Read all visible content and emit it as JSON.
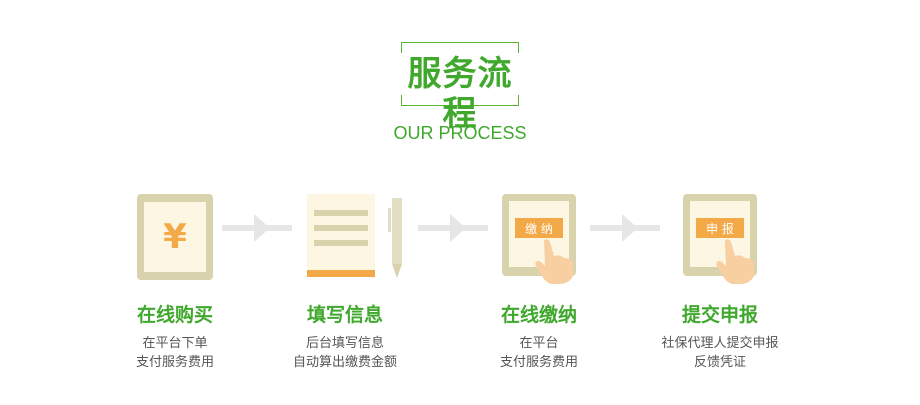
{
  "header": {
    "title": "服务流程",
    "subtitle": "OUR PROCESS"
  },
  "colors": {
    "accent": "#3fa82d",
    "frame": "#d8d2ad",
    "screen": "#fdf6e2",
    "orange": "#f4a948",
    "hand": "#f8cfa1",
    "arrow": "#e6e6e6",
    "text": "#555555"
  },
  "steps": [
    {
      "name": "在线购买",
      "desc_line1": "在平台下单",
      "desc_line2": "支付服务费用",
      "icon": "yuan-tablet-icon",
      "icon_text": "¥"
    },
    {
      "name": "填写信息",
      "desc_line1": "后台填写信息",
      "desc_line2": "自动算出缴费金额",
      "icon": "notepad-pen-icon"
    },
    {
      "name": "在线缴纳",
      "desc_line1": "在平台",
      "desc_line2": "支付服务费用",
      "icon": "tablet-tap-icon",
      "icon_text": "缴 纳"
    },
    {
      "name": "提交申报",
      "desc_line1": "社保代理人提交申报",
      "desc_line2": "反馈凭证",
      "icon": "tablet-tap-icon",
      "icon_text": "申 报"
    }
  ]
}
